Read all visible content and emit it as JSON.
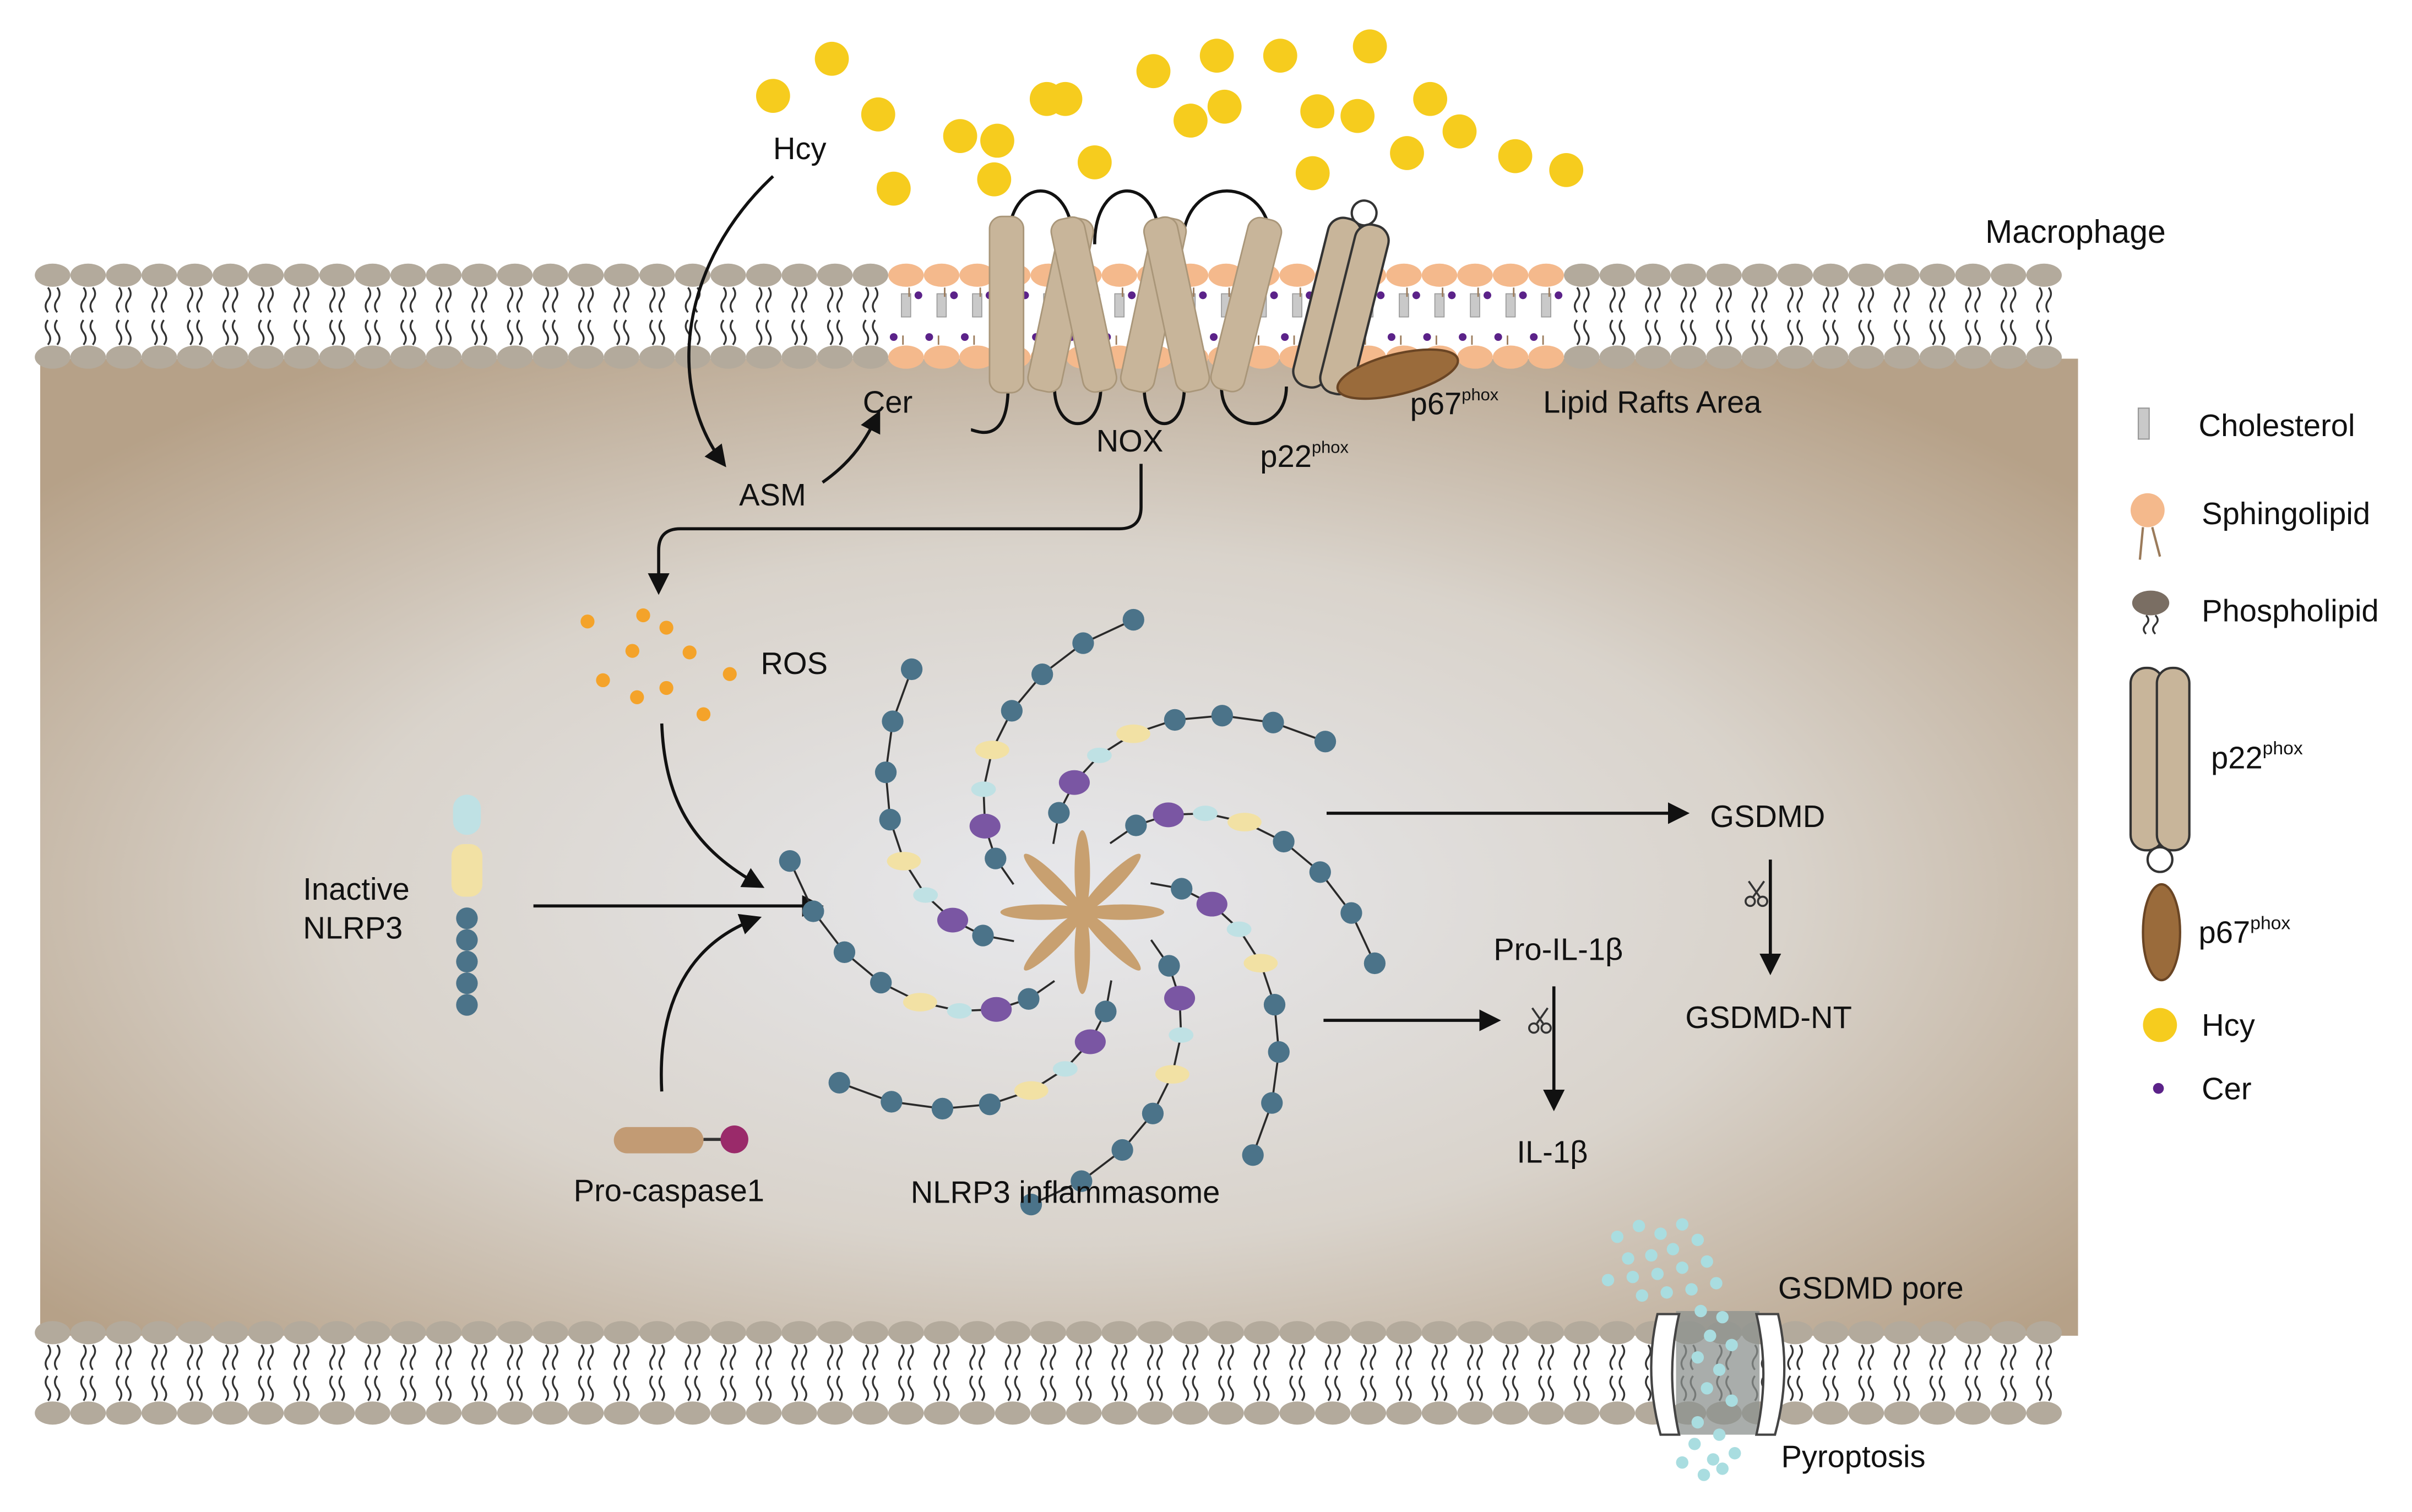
{
  "labels": {
    "hcy": "Hcy",
    "asm": "ASM",
    "cer": "Cer",
    "nox": "NOX",
    "p22": "p22",
    "p22_sup": "phox",
    "p67": "p67",
    "p67_sup": "phox",
    "lipid_rafts": "Lipid Rafts Area",
    "macrophage": "Macrophage",
    "ros": "ROS",
    "inactive_nlrp3_line1": "Inactive",
    "inactive_nlrp3_line2": "NLRP3",
    "pro_caspase1": "Pro-caspase1",
    "nlrp3_inflammasome": "NLRP3 inflammasome",
    "gsdmd": "GSDMD",
    "gsdmd_nt": "GSDMD-NT",
    "pro_il1b": "Pro-IL-1β",
    "il1b": "IL-1β",
    "gsdmd_pore": "GSDMD pore",
    "pyroptosis": "Pyroptosis"
  },
  "legend": {
    "cholesterol": "Cholesterol",
    "sphingolipid": "Sphingolipid",
    "phospholipid": "Phospholipid",
    "p22": "p22",
    "p22_sup": "phox",
    "p67": "p67",
    "p67_sup": "phox",
    "hcy": "Hcy",
    "cer": "Cer"
  },
  "colors": {
    "hcy": "#f6cc1e",
    "ros": "#f4a32a",
    "phospholipid_head": "#b3aa9c",
    "sphingolipid_head": "#f4b98c",
    "cer": "#5b2289",
    "cholesterol": "#c9c9c9",
    "nox": "#c8b59a",
    "p67": "#9a6b3b",
    "cell_edge": "#c0ad95",
    "cell_center": "#e6e7ea",
    "domain_teal": "#4b7389",
    "domain_purple": "#7a56a3",
    "domain_yellow": "#f2e1a4",
    "domain_lightblue": "#bfe1e4",
    "star": "#c8a070",
    "caspase_body": "#c29b74",
    "caspase_head": "#9a2a6a",
    "pore_particles": "#a9dde0"
  }
}
